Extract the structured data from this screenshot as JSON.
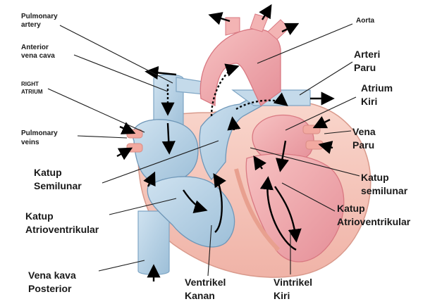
{
  "labels": {
    "pulmonary_artery": [
      "Pulmonary",
      "artery"
    ],
    "anterior_vena_cava": [
      "Anterior",
      "vena cava"
    ],
    "right_atrium": [
      "RIGHT",
      "ATRIUM"
    ],
    "pulmonary_veins": [
      "Pulmonary",
      "veins"
    ],
    "katup_semilunar_left": [
      "Katup",
      "Semilunar"
    ],
    "katup_atrioventrikular_left": [
      "Katup",
      "Atrioventrikular"
    ],
    "vena_kava_posterior": [
      "Vena kava",
      "Posterior"
    ],
    "ventrikel_kanan": [
      "Ventrikel",
      "Kanan"
    ],
    "vintrikel_kiri": [
      "Vintrikel",
      "Kiri"
    ],
    "aorta": "Aorta",
    "arteri_paru": [
      "Arteri",
      "Paru"
    ],
    "atrium_kiri": [
      "Atrium",
      "Kiri"
    ],
    "vena_paru": [
      "Vena",
      "Paru"
    ],
    "katup_semilunar_right": [
      "Katup",
      "semilunar"
    ],
    "katup_atrioventrikular_right": [
      "Katup",
      "Atrioventrikular"
    ]
  },
  "colors": {
    "oxygen_poor_blue": "#b9d3e6",
    "oxygen_poor_blue_dark": "#8fb3cf",
    "oxygen_rich_red": "#f1a9a9",
    "oxygen_rich_red_dark": "#e07d86",
    "muscle_pink": "#f6c9bd",
    "text": "#1a1a1a"
  }
}
